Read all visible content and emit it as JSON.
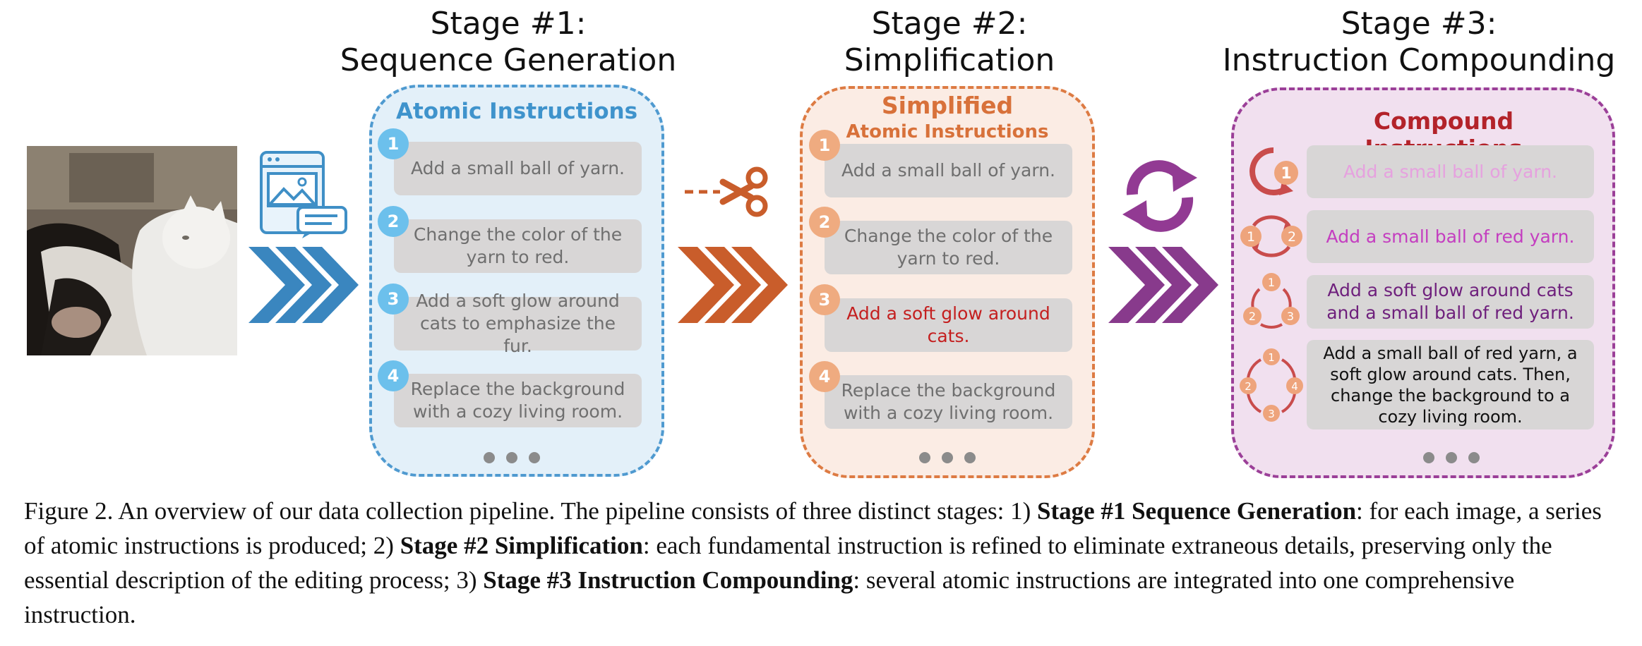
{
  "stages": [
    {
      "title_line1": "Stage #1:",
      "title_line2": "Sequence Generation",
      "heading": "Atomic Instructions",
      "items": [
        "Add a small ball of yarn.",
        "Change the color of the yarn to red.",
        "Add a soft glow around cats to emphasize the fur.",
        "Replace the background with a cozy living room."
      ]
    },
    {
      "title_line1": "Stage #2:",
      "title_line2": "Simplification",
      "heading_line1": "Simplified",
      "heading_line2": "Atomic Instructions",
      "items": [
        "Add a small ball of yarn.",
        "Change the color of the yarn to red.",
        "Add a soft glow around cats.",
        "Replace the background with a cozy living room."
      ]
    },
    {
      "title_line1": "Stage #3:",
      "title_line2": "Instruction Compounding",
      "heading": "Compound Instructions",
      "items": [
        "Add a small ball of yarn.",
        "Add a small ball of red yarn.",
        "Add a soft glow around cats and a small ball of red yarn.",
        "Add a small ball of red yarn, a soft glow around cats. Then, change the background to a cozy living room."
      ]
    }
  ],
  "badges": {
    "n1": "1",
    "n2": "2",
    "n3": "3",
    "n4": "4"
  },
  "caption": {
    "part1": "Figure 2.  An overview of our data collection pipeline.  The pipeline consists of three distinct stages:  1) ",
    "bold1": "Stage #1 Sequence Generation",
    "part2": ": for each image, a series of atomic instructions is produced; 2) ",
    "bold2": "Stage #2 Simplification",
    "part3": ": each fundamental instruction is refined to eliminate extraneous details, preserving only the essential description of the editing process; 3) ",
    "bold3": "Stage #3 Instruction Compounding",
    "part4": ": several atomic instructions are integrated into one comprehensive instruction."
  },
  "icons": {
    "image_prompt": "image-with-speech-bubble-icon",
    "scissors": "scissors-icon",
    "cycle": "refresh-cycle-icon",
    "chevrons": "triple-chevron-arrow-icon",
    "compound_cycles": "numbered-cycle-icon"
  },
  "colors": {
    "stage1": "#3f93cc",
    "stage1_fill": "#e3f0f9",
    "stage1_badge": "#6cc0ec",
    "stage2": "#d8713a",
    "stage2_fill": "#fbece4",
    "stage2_badge": "#efab80",
    "stage2_highlight": "#c41f1f",
    "stage3": "#8b3a8f",
    "stage3_fill": "#f1e0ef",
    "stage3_heading": "#b3232a",
    "stage3_item1": "#e6a1df",
    "stage3_item2": "#c43ec0",
    "stage3_item3": "#6e1f7c",
    "stage3_item4": "#111111",
    "badge_orange": "#eea47c"
  }
}
